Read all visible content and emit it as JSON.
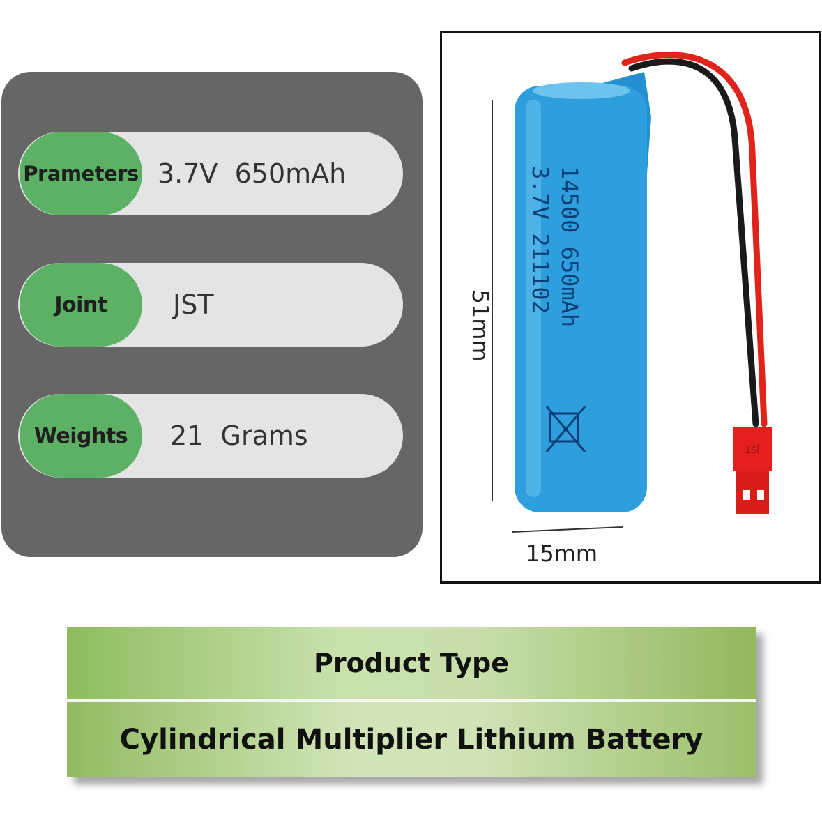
{
  "specs": [
    {
      "key": "Prameters",
      "value": "3.7V  650mAh"
    },
    {
      "key": "Joint",
      "value": "JST"
    },
    {
      "key": "Weights",
      "value": "21  Grams"
    }
  ],
  "product_image": {
    "cell_print_line1": "14500 650mAh",
    "cell_print_line2": "3.7V 211102",
    "connector_label": "JST",
    "length_label": "51mm",
    "width_label": "15mm"
  },
  "product_type": {
    "header": "Product Type",
    "value": "Cylindrical Multiplier Lithium Battery"
  },
  "colors": {
    "panel": "#666666",
    "row": "#e4e4e4",
    "key_pill": "#5cb164",
    "battery": "#2e9fdc",
    "wire_red": "#e0241b",
    "banner_green": "#a9cc84"
  }
}
